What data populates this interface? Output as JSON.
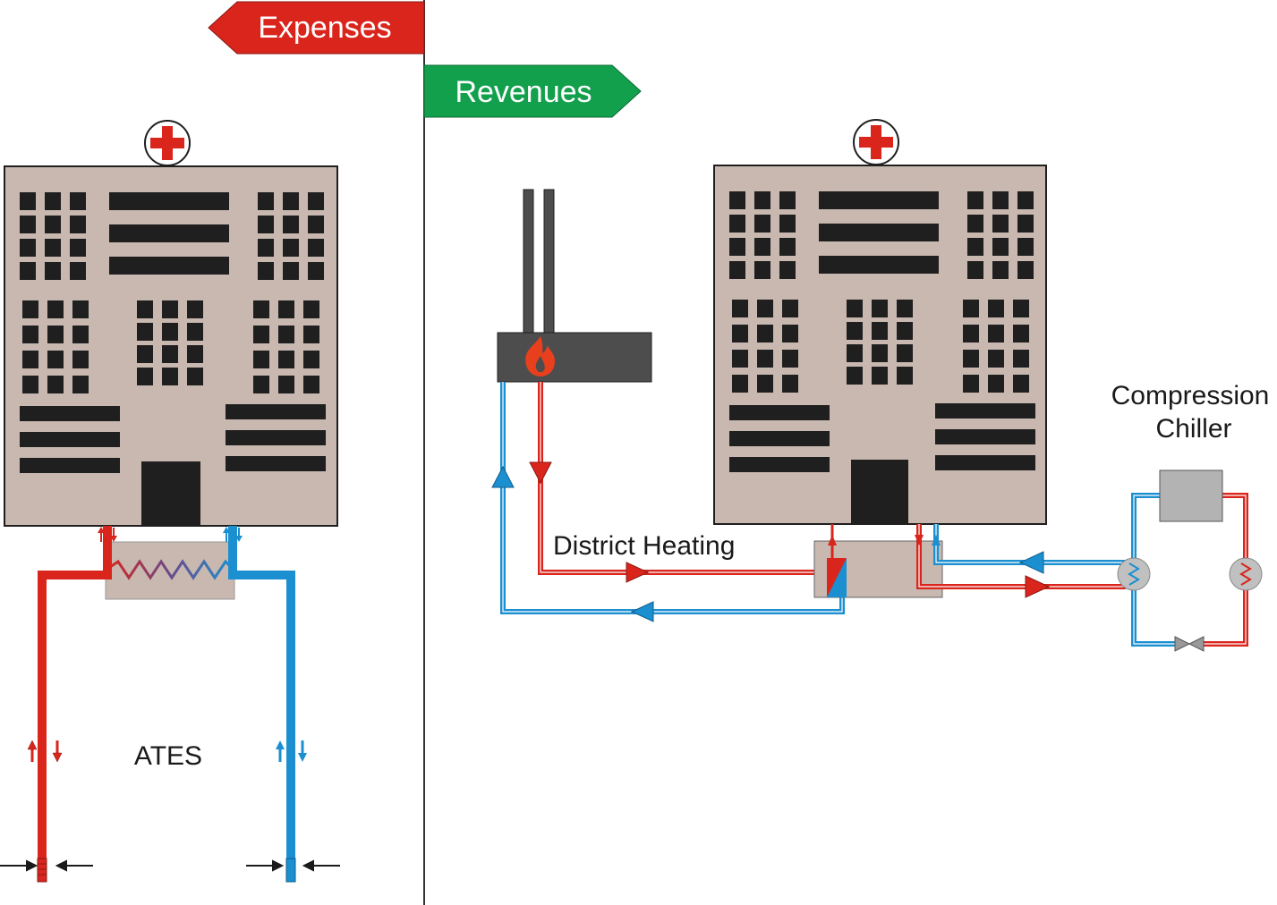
{
  "banners": {
    "expenses": {
      "label": "Expenses",
      "color": "#d9251c"
    },
    "revenues": {
      "label": "Revenues",
      "color": "#12a04d"
    }
  },
  "labels": {
    "ates": "ATES",
    "district_heating": "District Heating",
    "compression_line1": "Compression",
    "compression_line2": "Chiller"
  },
  "colors": {
    "hot": "#d9251c",
    "cold": "#1b8fd0",
    "building": "#c8b8b0",
    "window": "#1f1f1f",
    "plant": "#4d4d4d",
    "cross": "#d9251c"
  },
  "icons": [
    "hospital-cross-icon",
    "flame-icon",
    "heat-exchanger-icon",
    "expansion-valve-icon"
  ]
}
